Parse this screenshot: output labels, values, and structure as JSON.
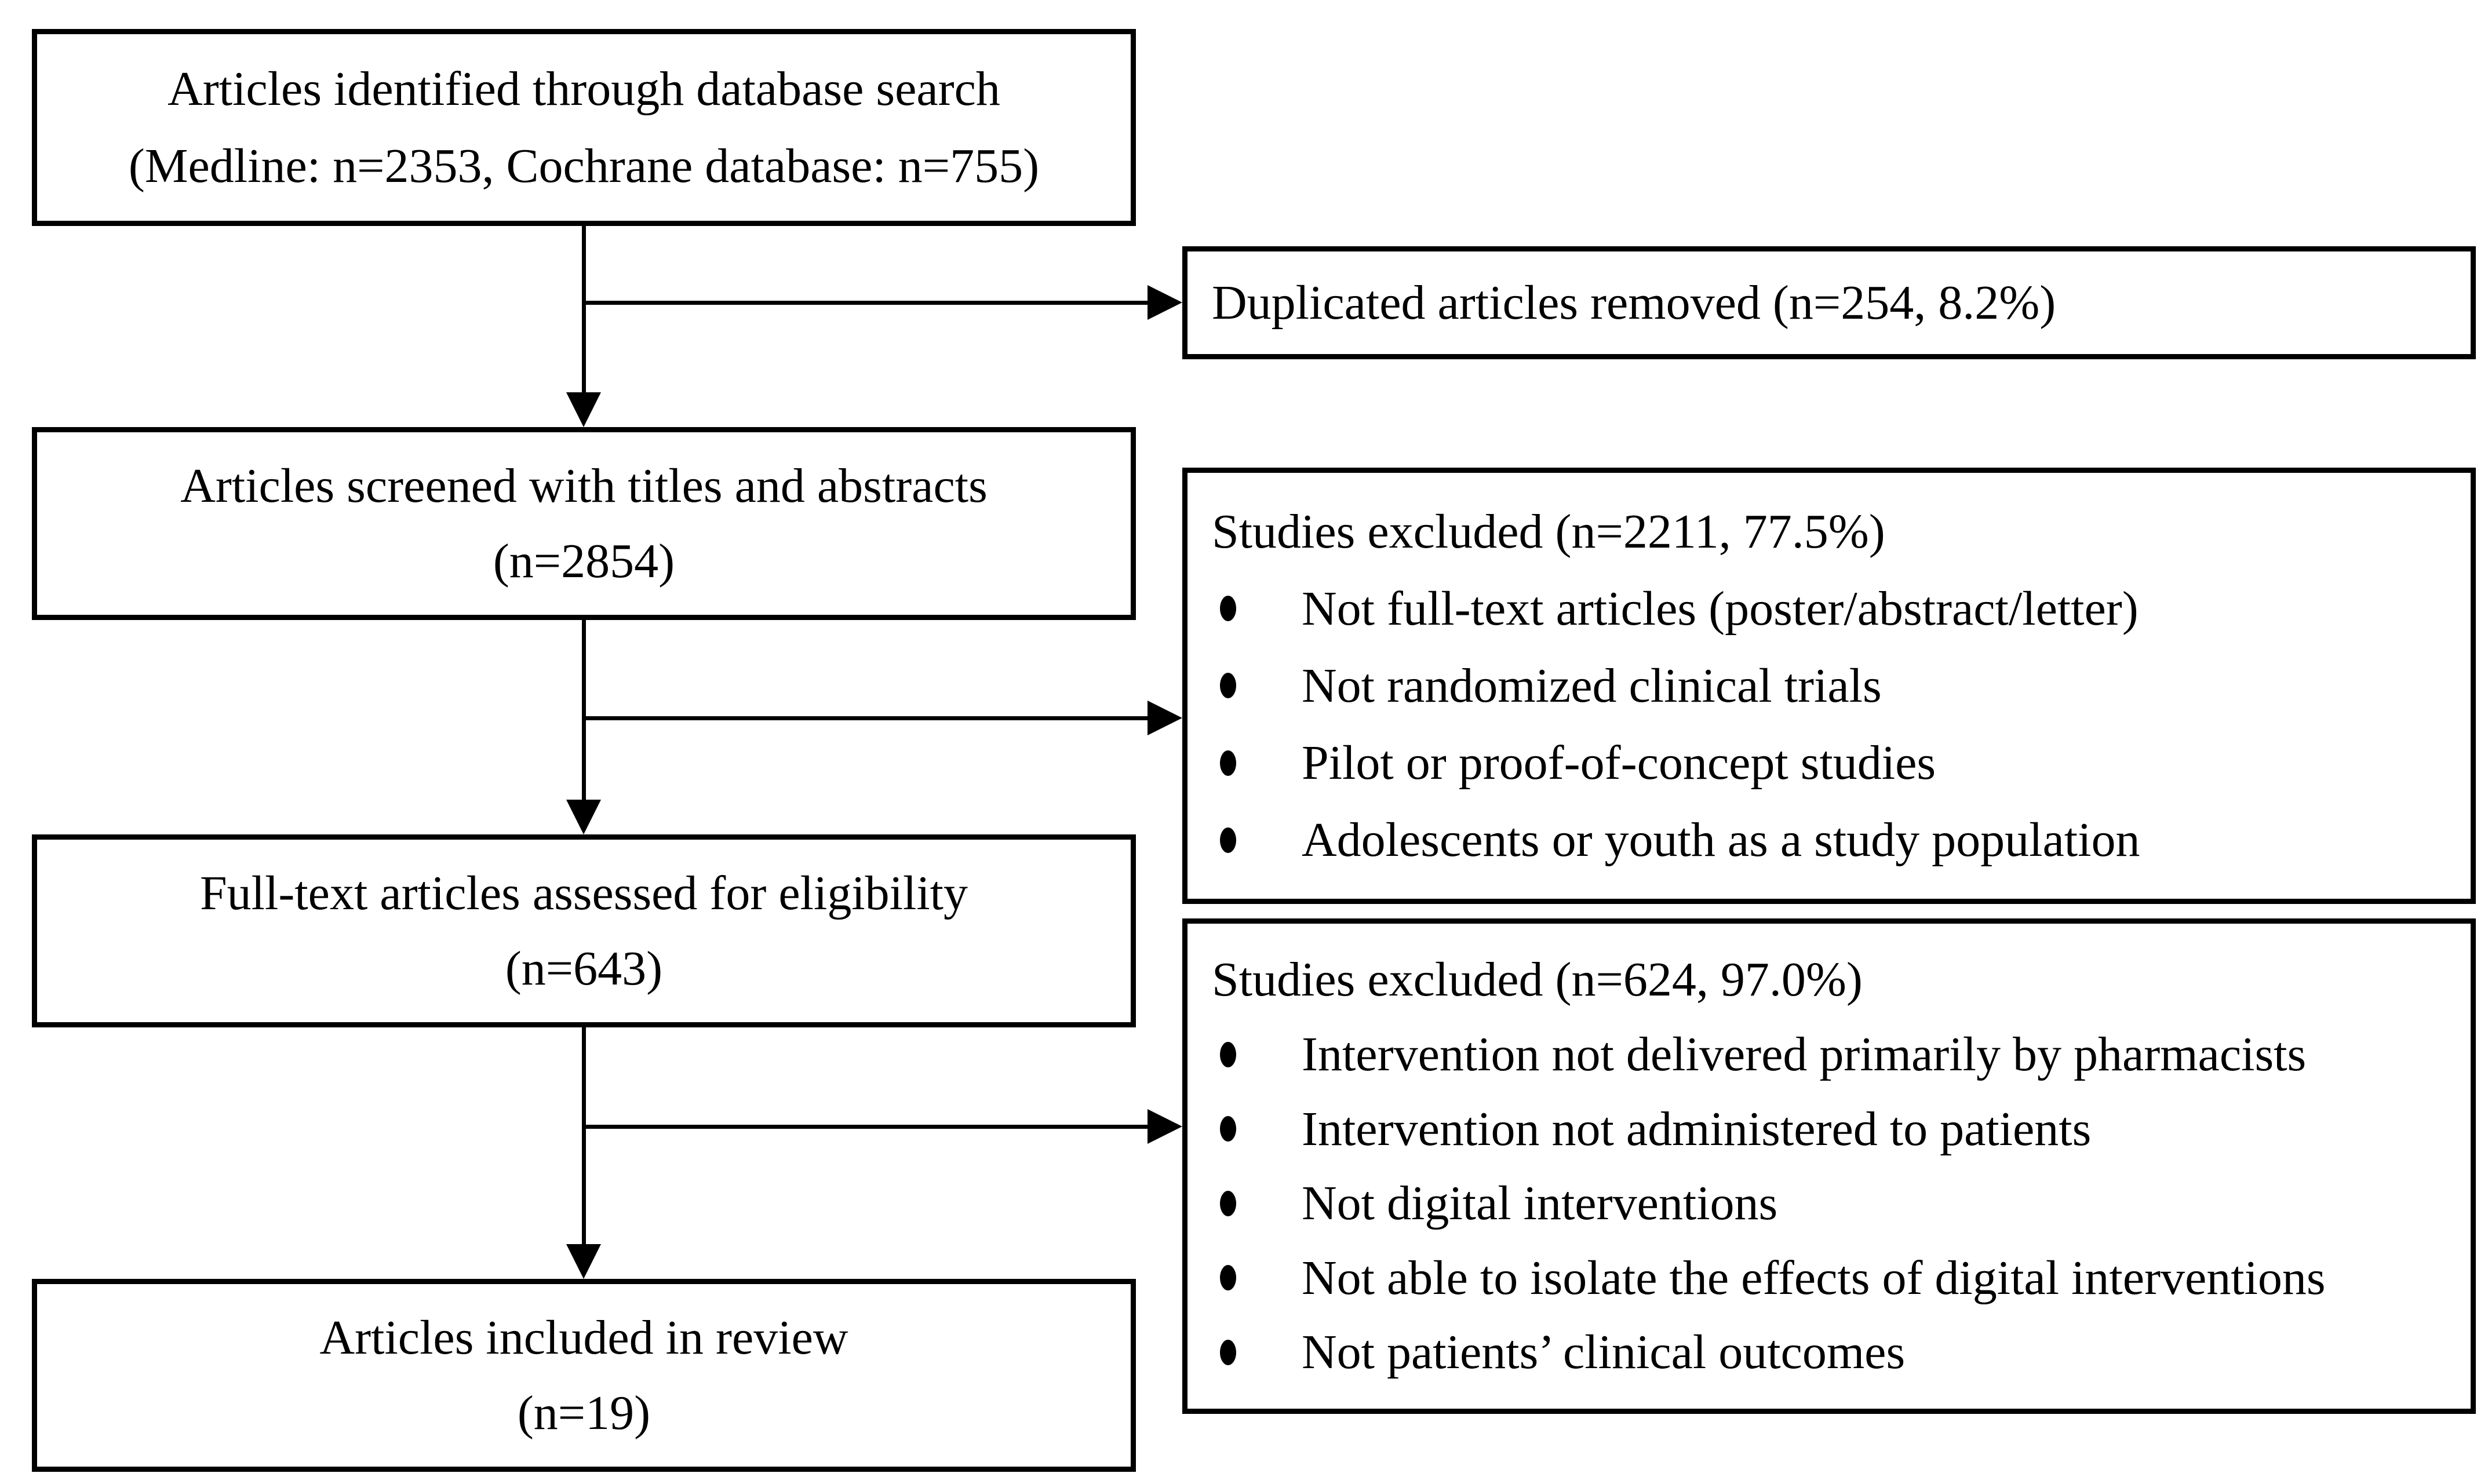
{
  "flow_boxes": {
    "identification": {
      "line1": "Articles identified through database search",
      "line2": "(Medline: n=2353, Cochrane database: n=755)"
    },
    "screening": {
      "line1": "Articles screened with titles and abstracts",
      "line2": "(n=2854)"
    },
    "eligibility": {
      "line1": "Full-text articles assessed for eligibility",
      "line2": "(n=643)"
    },
    "included": {
      "line1": "Articles included in review",
      "line2": "(n=19)"
    }
  },
  "side_boxes": {
    "duplicates_removed": {
      "text": "Duplicated articles removed (n=254, 8.2%)"
    },
    "excluded_screening": {
      "title": "Studies excluded (n=2211, 77.5%)",
      "bullets": [
        "Not full-text articles (poster/abstract/letter)",
        "Not randomized clinical trials",
        "Pilot or proof-of-concept studies",
        "Adolescents or youth as a study population"
      ]
    },
    "excluded_fulltext": {
      "title": "Studies excluded (n=624, 97.0%)",
      "bullets": [
        "Intervention not delivered primarily by pharmacists",
        "Intervention not administered to patients",
        "Not digital interventions",
        "Not able to isolate the effects of digital interventions",
        "Not patients’ clinical outcomes"
      ]
    }
  },
  "colors": {
    "line": "#000000",
    "background": "#ffffff",
    "text": "#000000"
  }
}
